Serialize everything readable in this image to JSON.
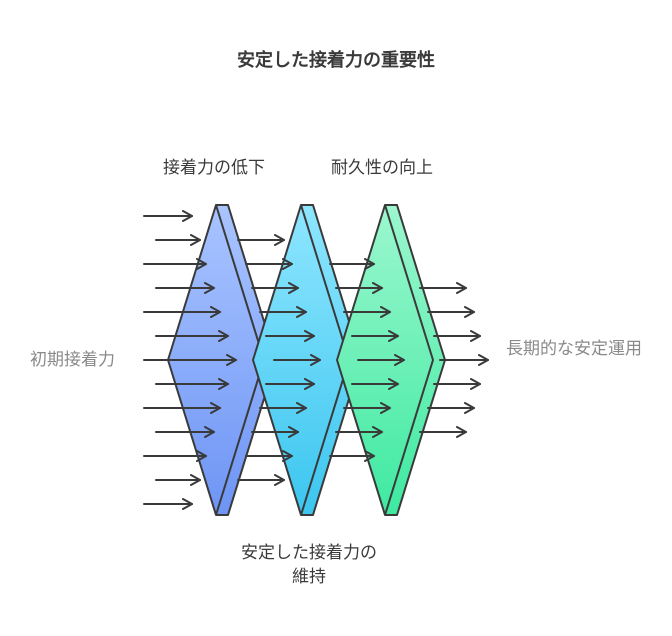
{
  "title": "安定した接着力の重要性",
  "stages": [
    {
      "label": "接着力の低下",
      "color_top": "#a9c4ff",
      "color_bottom": "#6e95f5"
    },
    {
      "label": "安定した接着力の維持",
      "color_top": "#8ee6ff",
      "color_bottom": "#3cc6ef"
    },
    {
      "label": "耐久性の向上",
      "color_top": "#9cf7cf",
      "color_bottom": "#3ee9a0"
    }
  ],
  "input_label": "初期接着力",
  "output_label": "長期的な安定運用",
  "colors": {
    "outline": "#3a3a3a",
    "text_dark": "#3a3a3a",
    "text_gray": "#8a8a8a"
  }
}
